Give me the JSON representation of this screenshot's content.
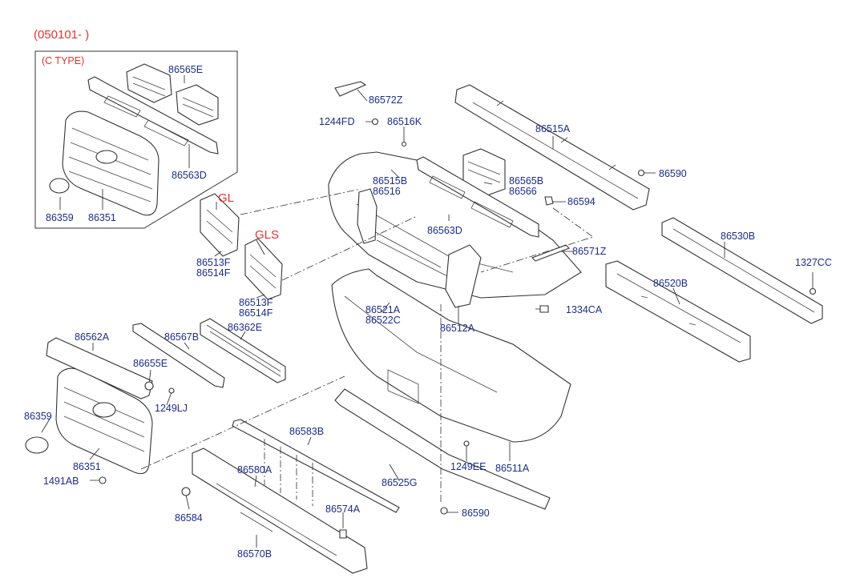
{
  "diagram": {
    "date_code": "(050101- )",
    "c_type_label": "(C TYPE)",
    "trim_labels": {
      "gl": "GL",
      "gls": "GLS"
    },
    "part_labels": {
      "p86565E": "86565E",
      "p86563D_box": "86563D",
      "p86359_box": "86359",
      "p86351_box": "86351",
      "p86572Z": "86572Z",
      "p1244FD": "1244FD",
      "p86516K": "86516K",
      "p86515A": "86515A",
      "p86590_top": "86590",
      "p86515B": "86515B",
      "p86516": "86516",
      "p86565B": "86565B",
      "p86566": "86566",
      "p86594": "86594",
      "p86563D": "86563D",
      "p86530B": "86530B",
      "p86571Z": "86571Z",
      "p1327CC": "1327CC",
      "p86513F_gl": "86513F",
      "p86514F_gl": "86514F",
      "p86520B": "86520B",
      "p86513F_gls": "86513F",
      "p86514F_gls": "86514F",
      "p86521A": "86521A",
      "p86522C": "86522C",
      "p1334CA": "1334CA",
      "p86512A": "86512A",
      "p86562A": "86562A",
      "p86567B": "86567B",
      "p86362E": "86362E",
      "p86655E": "86655E",
      "p1249LJ": "1249LJ",
      "p86359": "86359",
      "p86583B": "86583B",
      "p86351": "86351",
      "p1249EE": "1249EE",
      "p86511A": "86511A",
      "p1491AB": "1491AB",
      "p86580A": "86580A",
      "p86525G": "86525G",
      "p86574A": "86574A",
      "p86590_bottom": "86590",
      "p86584": "86584",
      "p86570B": "86570B"
    }
  }
}
